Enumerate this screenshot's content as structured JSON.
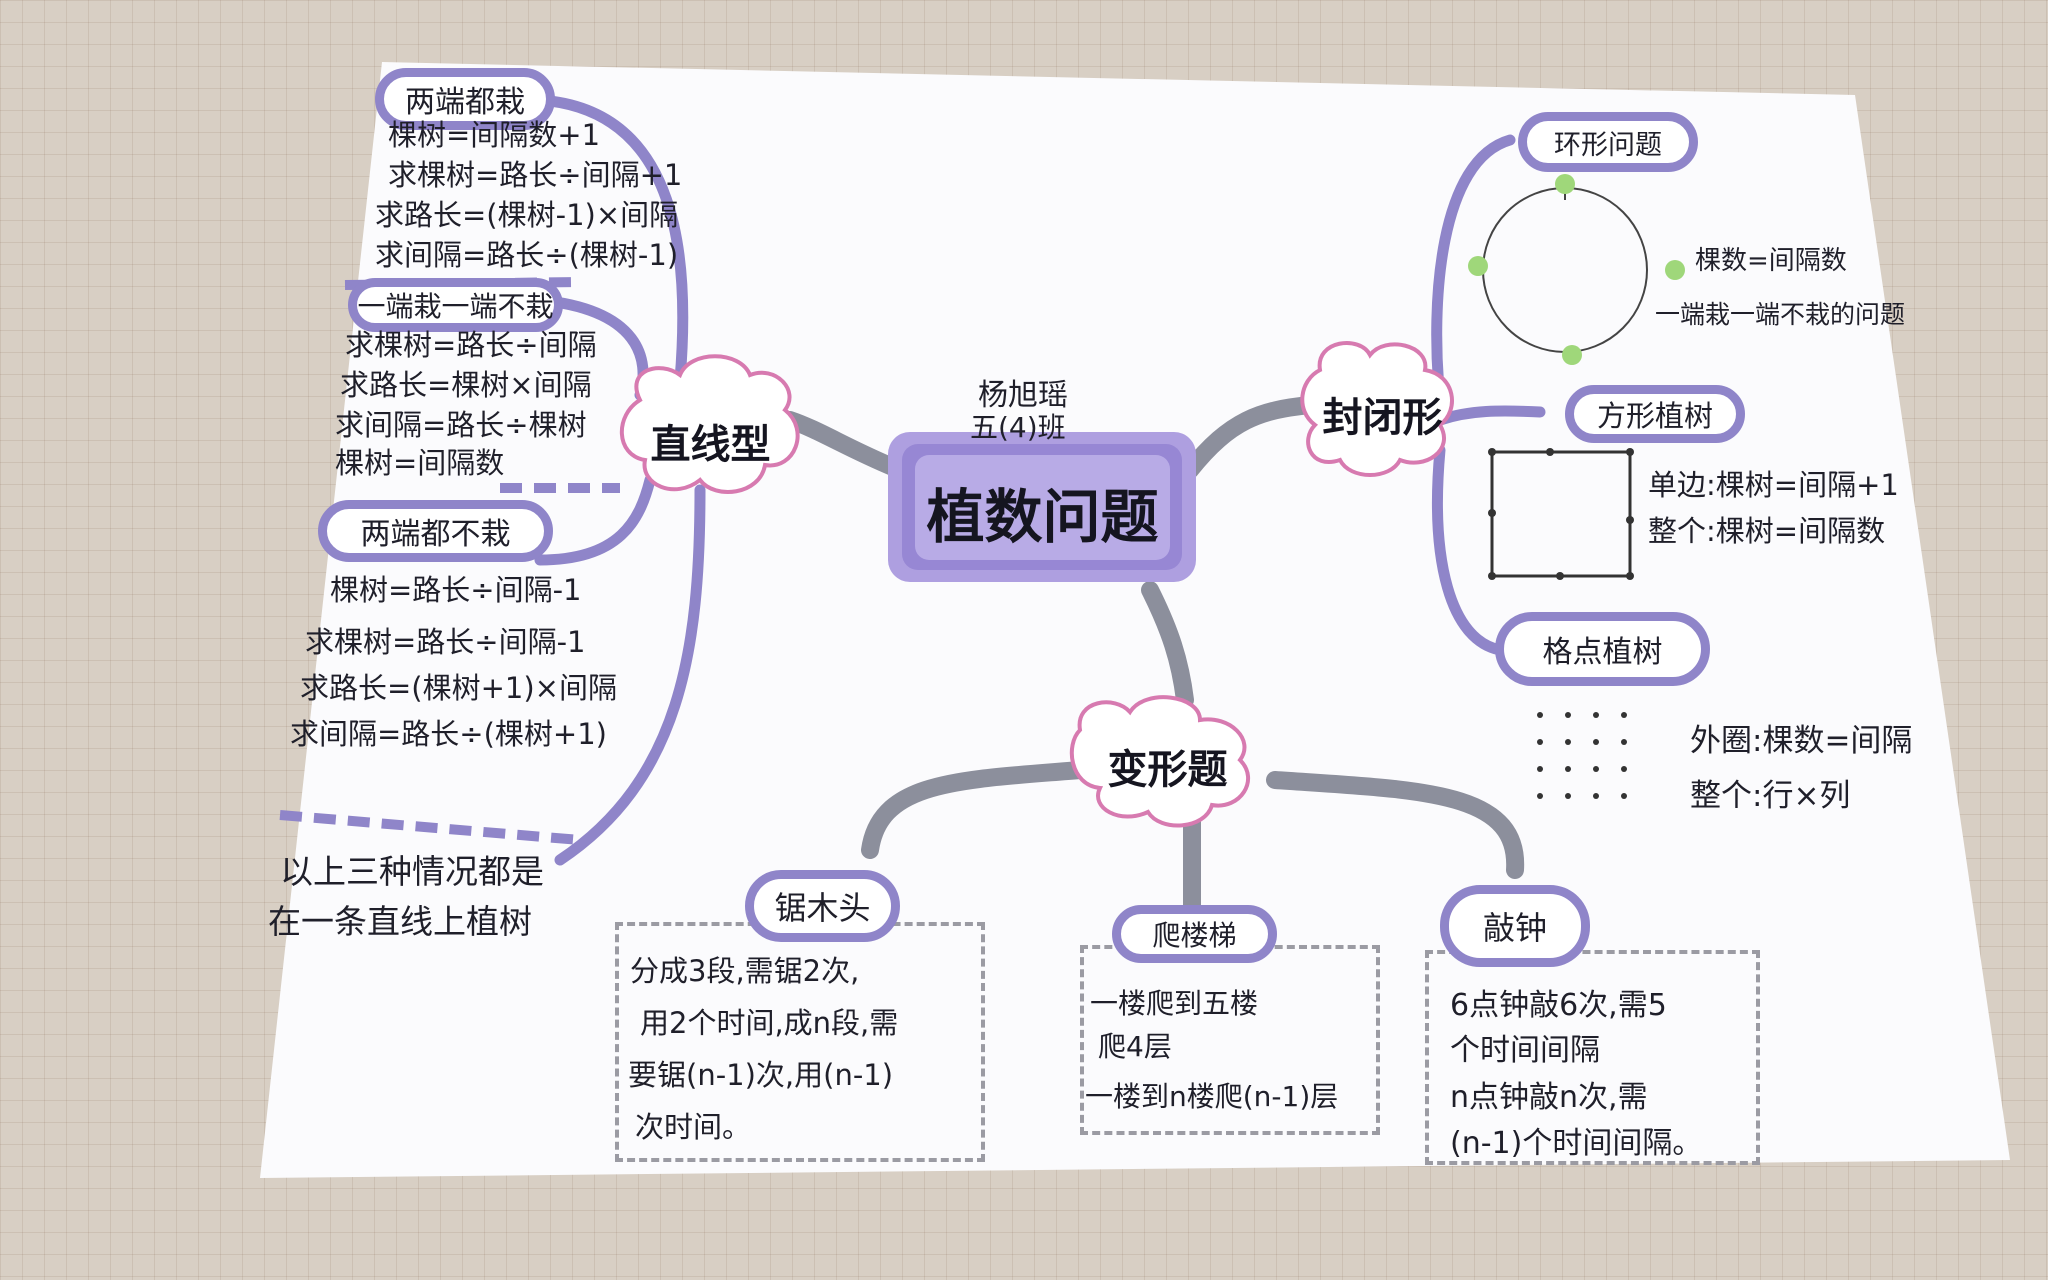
{
  "author": {
    "name": "杨旭瑶",
    "class": "五(4)班"
  },
  "center": {
    "title": "植数问题"
  },
  "branches": {
    "linear": {
      "label": "直线型",
      "both_ends": {
        "label": "两端都栽",
        "formulas": [
          "棵树=间隔数+1",
          "求棵树=路长÷间隔+1",
          "求路长=(棵树-1)×间隔",
          "求间隔=路长÷(棵树-1)"
        ]
      },
      "one_end": {
        "label": "一端栽一端不栽",
        "formulas": [
          "求棵树=路长÷间隔",
          "求路长=棵树×间隔",
          "求间隔=路长÷棵树",
          "棵树=间隔数"
        ]
      },
      "no_ends": {
        "label": "两端都不栽",
        "formulas": [
          "棵树=路长÷间隔-1",
          "求棵树=路长÷间隔-1",
          "求路长=(棵树+1)×间隔",
          "求间隔=路长÷(棵树+1)"
        ]
      },
      "note": [
        "以上三种情况都是",
        "在一条直线上植树"
      ]
    },
    "closed": {
      "label": "封闭形",
      "ring": {
        "label": "环形问题",
        "notes": [
          "棵数=间隔数",
          "一端栽一端不栽的问题"
        ]
      },
      "square": {
        "label": "方形植树",
        "notes": [
          "单边:棵树=间隔+1",
          "整个:棵树=间隔数"
        ]
      },
      "lattice": {
        "label": "格点植树",
        "notes": [
          "外圈:棵数=间隔",
          "整个:行×列"
        ]
      }
    },
    "variants": {
      "label": "变形题",
      "saw": {
        "label": "锯木头",
        "lines": [
          "分成3段,需锯2次,",
          "用2个时间,成n段,需",
          "要锯(n-1)次,用(n-1)",
          "次时间。"
        ]
      },
      "stairs": {
        "label": "爬楼梯",
        "lines": [
          "一楼爬到五楼",
          "爬4层",
          "一楼到n楼爬(n-1)层"
        ]
      },
      "bell": {
        "label": "敲钟",
        "lines": [
          "6点钟敲6次,需5",
          "个时间间隔",
          "n点钟敲n次,需",
          "(n-1)个时间间隔。"
        ]
      }
    }
  },
  "colors": {
    "branch": "#8f85c9",
    "connector": "#8c8f9c",
    "center": "#a494d8",
    "cloud_edge": "#d77ab0",
    "tree": "#9fd77a"
  }
}
